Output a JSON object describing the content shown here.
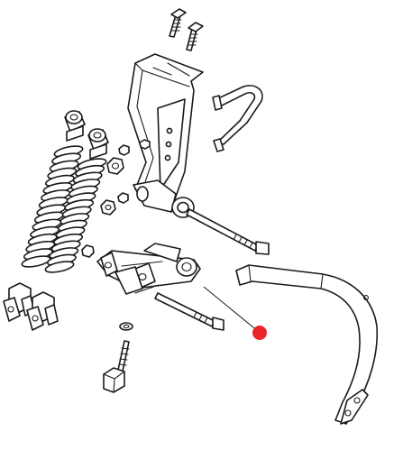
{
  "diagram": {
    "colors": {
      "line": "#1a1a1a",
      "fill": "#ffffff",
      "highlight_marker": "#e8262a"
    },
    "parts": [
      "bolt",
      "mounting-bracket",
      "u-bolt",
      "nut",
      "coil-spring",
      "spring-eye",
      "spring-end-clevis",
      "pivot-arm",
      "long-bolt",
      "shank",
      "hex-head-bolt",
      "washer"
    ],
    "highlight": {
      "marker": "red-dot"
    }
  }
}
